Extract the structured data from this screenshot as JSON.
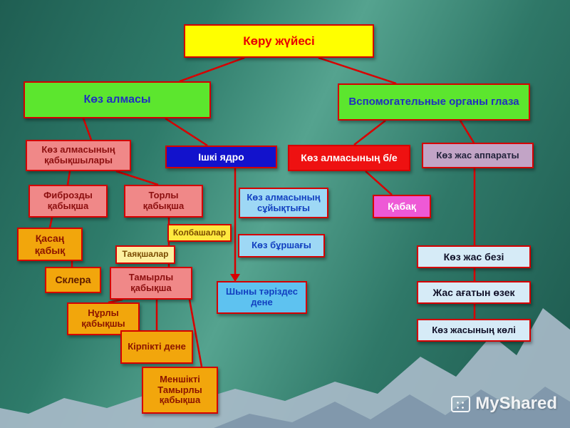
{
  "slide": {
    "watermark": "MyShared"
  },
  "colors": {
    "background_teal": "#2e7b6a",
    "connector_red": "#d80000",
    "box_border_red": "#d40000",
    "title_bg": "#ffff00",
    "title_text": "#e80000",
    "green_bg": "#5ce62e",
    "green_box_text": "#2030c0",
    "pink_bg": "#f08888",
    "orange_bg": "#f2a60c",
    "yellow_bg": "#ffe93e",
    "pale_yellow_bg": "#fdf0a0",
    "dark_blue_bg": "#1212cc",
    "red_bg": "#ee1111",
    "lavender_bg": "#c2a4c6",
    "light_blue_bg": "#9ed8f5",
    "medium_blue_bg": "#5ec2f0",
    "pale_blue_bg": "#d6ebf7",
    "magenta_bg": "#ee59d6",
    "mountain_back": "#a7bac8",
    "mountain_front": "#8097ab"
  },
  "nodes": {
    "title": {
      "label": "Көру жүйесі"
    },
    "eyeball": {
      "label": "Көз алмасы"
    },
    "auxiliary": {
      "label": "Вспомогательные органы глаза"
    },
    "membranes": {
      "label": "Көз алмасының қабықшылары"
    },
    "inner_core": {
      "label": "Ішкі ядро"
    },
    "eyeball_be": {
      "label": "Көз алмасының б/е"
    },
    "tear_apparatus": {
      "label": "Көз жас аппараты"
    },
    "fibrous": {
      "label": "Фиброзды қабықша"
    },
    "retina": {
      "label": "Торлы қабықша"
    },
    "cornea": {
      "label": "Қасаң қабық"
    },
    "sclera": {
      "label": "Склера"
    },
    "cones": {
      "label": "Колбашалар"
    },
    "rods": {
      "label": "Таяқшалар"
    },
    "vascular": {
      "label": "Тамырлы қабықша"
    },
    "iris": {
      "label": "Нұрлы қабықшы"
    },
    "ciliary": {
      "label": "Кірпікті дене"
    },
    "choroid": {
      "label": "Меншікті Тамырлы қабықша"
    },
    "eye_fluid": {
      "label": "Көз алмасының сұйықтығы"
    },
    "lens": {
      "label": "Көз бұршағы"
    },
    "vitreous": {
      "label": "Шыны тәріздес дене"
    },
    "eyelid": {
      "label": "Қабақ"
    },
    "tear_gland": {
      "label": "Көз жас безі"
    },
    "tear_duct": {
      "label": "Жас ағатын өзек"
    },
    "tear_lake": {
      "label": "Көз жасының көлі"
    }
  },
  "edges": [
    {
      "from": "title",
      "to": "eyeball"
    },
    {
      "from": "title",
      "to": "auxiliary"
    },
    {
      "from": "eyeball",
      "to": "membranes"
    },
    {
      "from": "eyeball",
      "to": "inner_core"
    },
    {
      "from": "auxiliary",
      "to": "eyeball_be"
    },
    {
      "from": "auxiliary",
      "to": "tear_apparatus"
    },
    {
      "from": "membranes",
      "to": "fibrous"
    },
    {
      "from": "membranes",
      "to": "retina"
    },
    {
      "from": "fibrous",
      "to": "cornea"
    },
    {
      "from": "cornea",
      "to": "sclera"
    },
    {
      "from": "retina",
      "to": "cones"
    },
    {
      "from": "retina",
      "to": "rods"
    },
    {
      "from": "retina",
      "to": "vascular"
    },
    {
      "from": "vascular",
      "to": "iris"
    },
    {
      "from": "vascular",
      "to": "ciliary"
    },
    {
      "from": "vascular",
      "to": "choroid"
    },
    {
      "from": "inner_core",
      "to": "eye_fluid"
    },
    {
      "from": "inner_core",
      "to": "lens"
    },
    {
      "from": "inner_core",
      "to": "vitreous"
    },
    {
      "from": "eyeball_be",
      "to": "eyelid"
    },
    {
      "from": "tear_apparatus",
      "to": "tear_gland"
    },
    {
      "from": "tear_gland",
      "to": "tear_duct"
    },
    {
      "from": "tear_duct",
      "to": "tear_lake"
    }
  ]
}
